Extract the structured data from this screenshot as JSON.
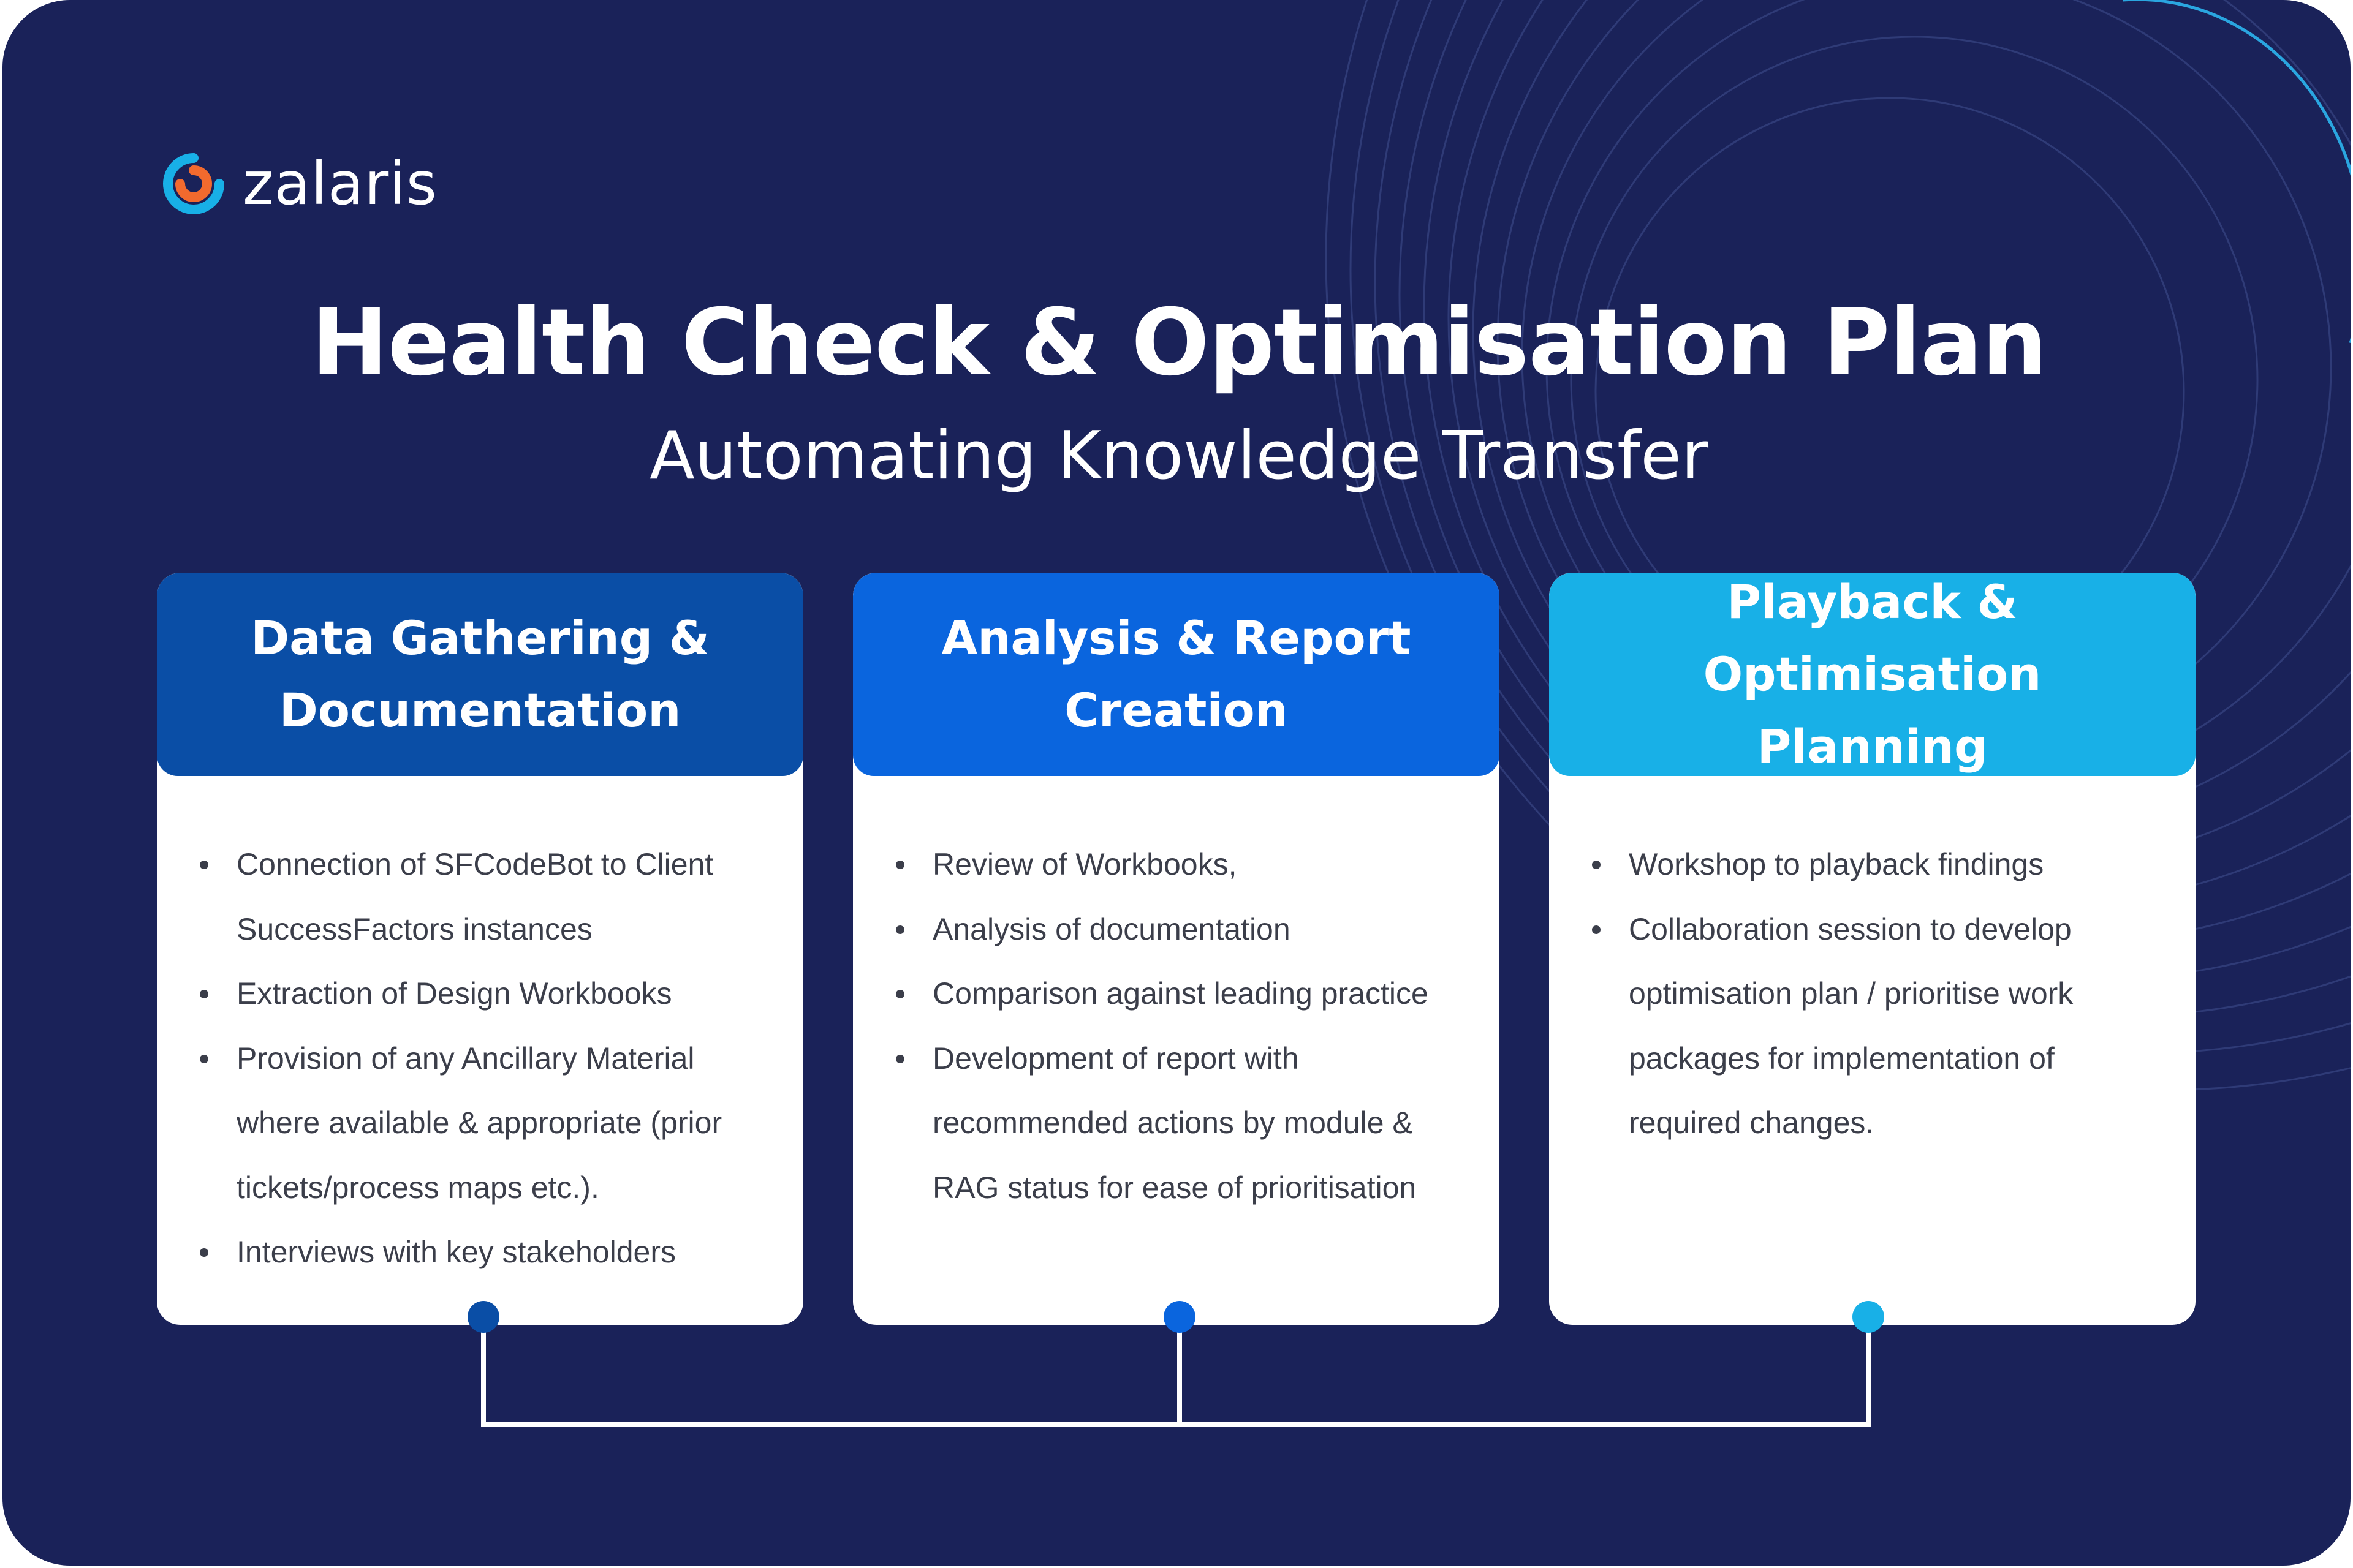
{
  "brand": {
    "name": "zalaris",
    "colors": {
      "background": "#1a2259",
      "orange": "#f26a2e",
      "cyan": "#18b0e7",
      "blue": "#0a65de"
    }
  },
  "title": "Health Check & Optimisation Plan",
  "subtitle": "Automating Knowledge Transfer",
  "cards": [
    {
      "heading_line1": "Data Gathering &",
      "heading_line2": "Documentation",
      "color": "#0a4ea6",
      "items": [
        {
          "line1": "Connection of SFCodeBot to Client",
          "line2": "SuccessFactors instances"
        },
        {
          "line1": "Extraction of Design Workbooks"
        },
        {
          "line1": "Provision of any Ancillary Material",
          "line2": "where available & appropriate (prior",
          "line3": "tickets/process maps etc.)."
        },
        {
          "line1": "Interviews with key stakeholders"
        }
      ]
    },
    {
      "heading_line1": "Analysis & Report",
      "heading_line2": "Creation",
      "color": "#0a65de",
      "items": [
        {
          "line1": "Review of Workbooks,"
        },
        {
          "line1": "Analysis of documentation"
        },
        {
          "line1": "Comparison against leading practice"
        },
        {
          "line1": "Development of report with",
          "line2": "recommended actions by module &",
          "line3": "RAG status for ease of prioritisation"
        }
      ]
    },
    {
      "heading_line1": "Playback & Optimisation",
      "heading_line2": "Planning",
      "color": "#18b0e7",
      "items": [
        {
          "line1": "Workshop to playback findings"
        },
        {
          "line1": "Collaboration session to develop",
          "line2": "optimisation plan / prioritise work",
          "line3": "packages for implementation of",
          "line4": "required changes."
        }
      ]
    }
  ]
}
